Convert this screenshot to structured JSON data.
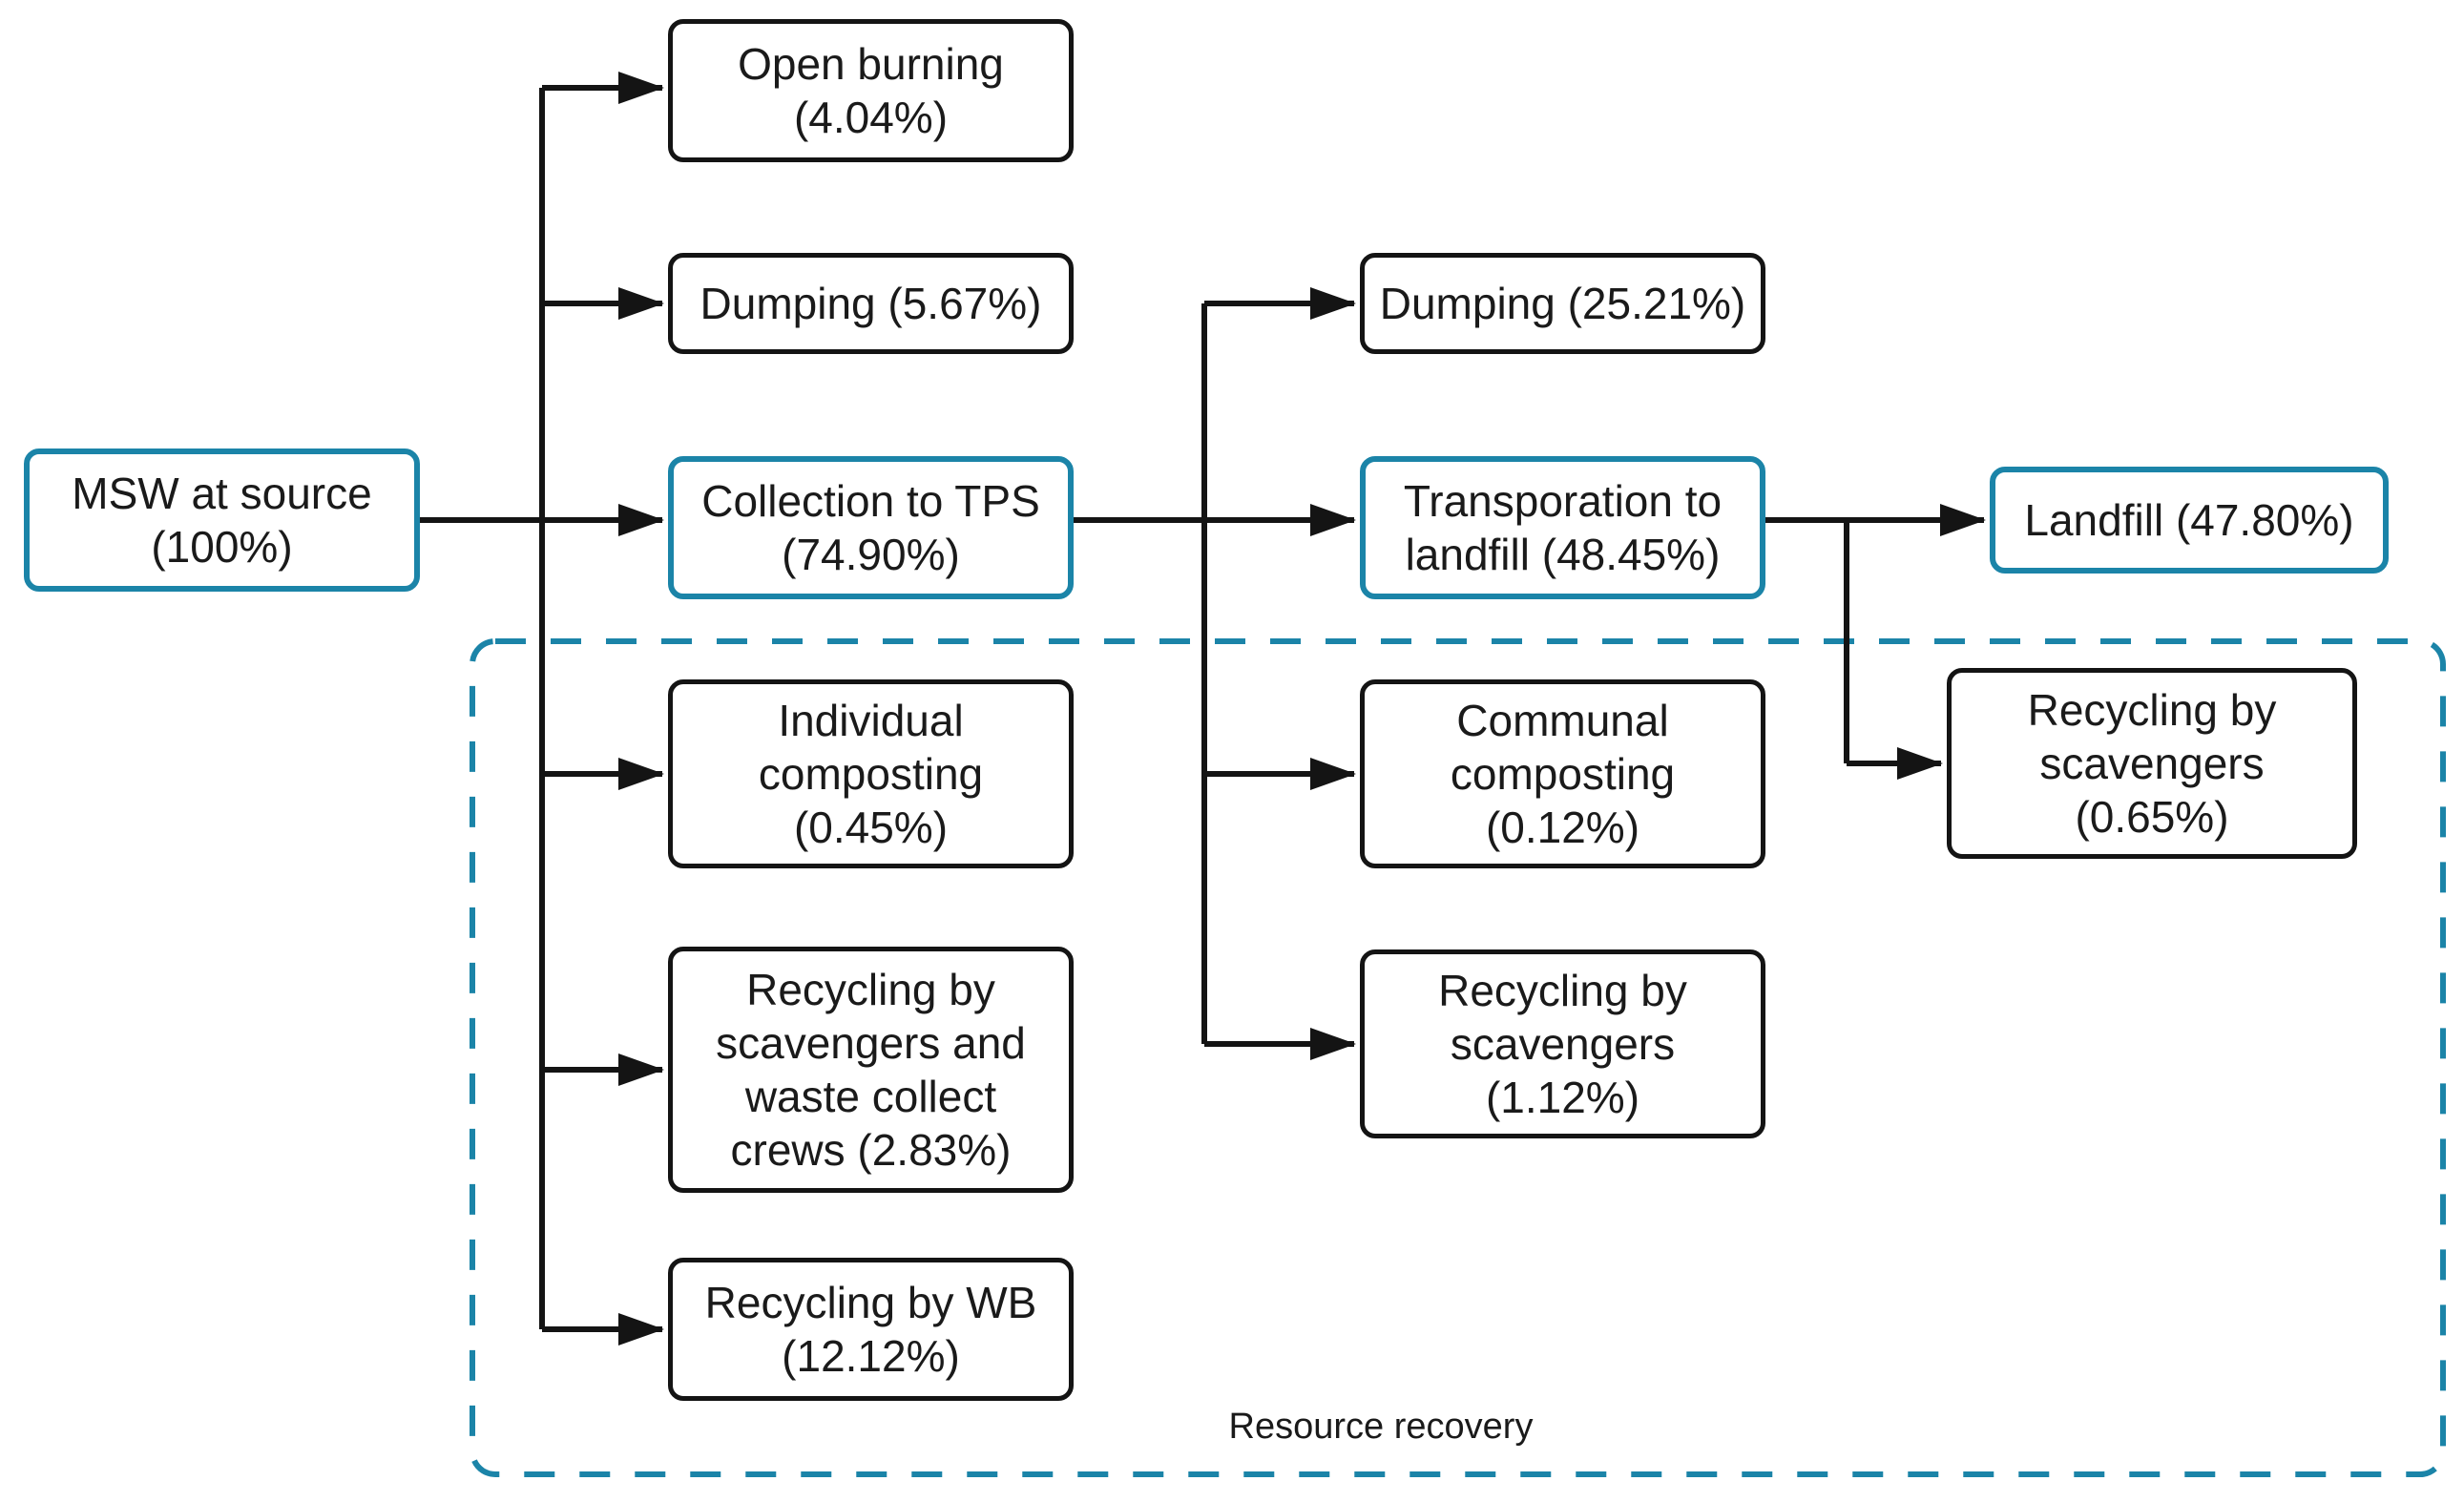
{
  "diagram": {
    "type": "flowchart",
    "colors": {
      "accent_border": "#1b84a8",
      "node_border": "#141414",
      "line": "#141414",
      "background": "#ffffff",
      "text": "#1a1a1a"
    },
    "nodes": {
      "msw": {
        "text": "MSW at source\n(100%)",
        "highlighted": true
      },
      "open_burning": {
        "text": "Open burning\n(4.04%)",
        "highlighted": false
      },
      "dumping_5_67": {
        "text": "Dumping (5.67%)",
        "highlighted": false
      },
      "collection_tps": {
        "text": "Collection to TPS\n(74.90%)",
        "highlighted": true
      },
      "individual_composting": {
        "text": "Individual\ncomposting\n(0.45%)",
        "highlighted": false
      },
      "recycling_scavengers_crews": {
        "text": "Recycling by\nscavengers and\nwaste collect\ncrews (2.83%)",
        "highlighted": false
      },
      "recycling_wb": {
        "text": "Recycling by WB\n(12.12%)",
        "highlighted": false
      },
      "dumping_25_21": {
        "text": "Dumping (25.21%)",
        "highlighted": false
      },
      "transportation_landfill": {
        "text": "Transporation to\nlandfill (48.45%)",
        "highlighted": true
      },
      "communal_composting": {
        "text": "Communal\ncomposting\n(0.12%)",
        "highlighted": false
      },
      "recycling_scavengers_1_12": {
        "text": "Recycling by\nscavengers\n(1.12%)",
        "highlighted": false
      },
      "landfill": {
        "text": "Landfill (47.80%)",
        "highlighted": true
      },
      "recycling_scavengers_0_65": {
        "text": "Recycling by\nscavengers\n(0.65%)",
        "highlighted": false
      }
    },
    "group": {
      "label": "Resource recovery",
      "style": "dashed",
      "contains": [
        "individual_composting",
        "recycling_scavengers_crews",
        "recycling_wb",
        "communal_composting",
        "recycling_scavengers_1_12",
        "recycling_scavengers_0_65"
      ]
    },
    "edges": [
      {
        "from": "msw",
        "to": "open_burning"
      },
      {
        "from": "msw",
        "to": "dumping_5_67"
      },
      {
        "from": "msw",
        "to": "collection_tps"
      },
      {
        "from": "msw",
        "to": "individual_composting"
      },
      {
        "from": "msw",
        "to": "recycling_scavengers_crews"
      },
      {
        "from": "msw",
        "to": "recycling_wb"
      },
      {
        "from": "collection_tps",
        "to": "dumping_25_21"
      },
      {
        "from": "collection_tps",
        "to": "transportation_landfill"
      },
      {
        "from": "collection_tps",
        "to": "communal_composting"
      },
      {
        "from": "collection_tps",
        "to": "recycling_scavengers_1_12"
      },
      {
        "from": "transportation_landfill",
        "to": "landfill"
      },
      {
        "from": "transportation_landfill",
        "to": "recycling_scavengers_0_65"
      }
    ]
  }
}
